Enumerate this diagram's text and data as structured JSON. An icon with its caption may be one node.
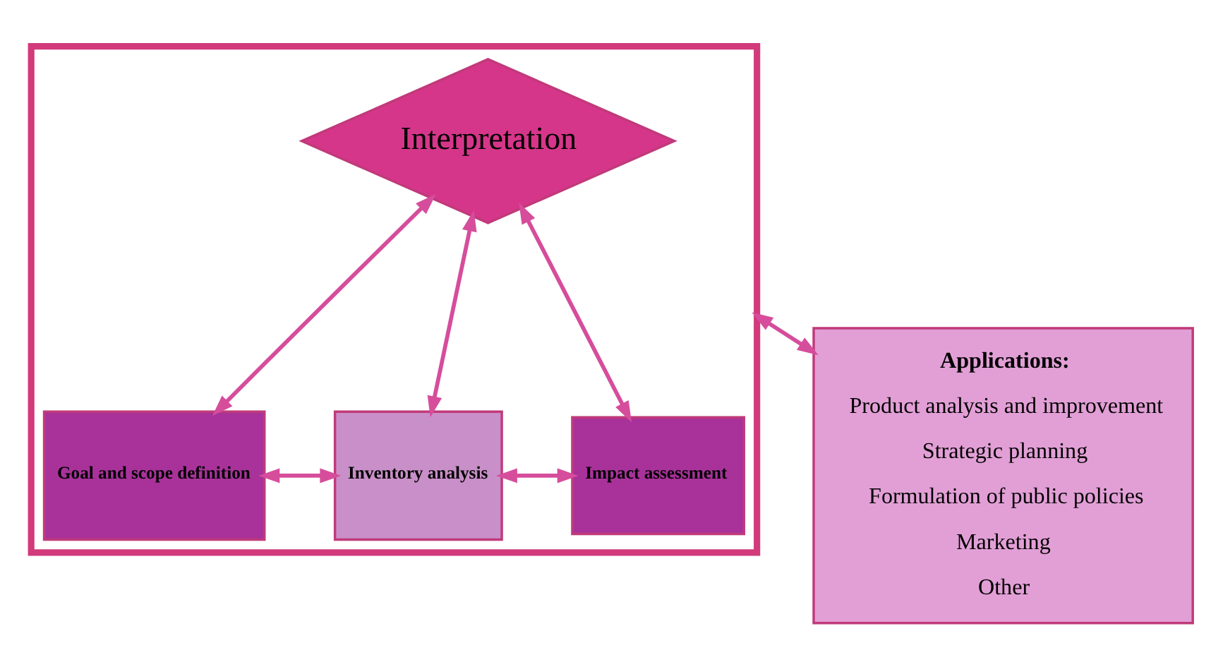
{
  "diagram": {
    "nodes": [
      {
        "text": [],
        "shape": "box"
      },
      {
        "text": [
          "Interpretation"
        ],
        "in": 0
      },
      {
        "text": [
          "Goal and scope definition"
        ],
        "in": 0
      },
      {
        "text": [
          "Inventory analysis"
        ],
        "in": 0
      },
      {
        "text": [
          "Impact assessment"
        ],
        "in": 0
      },
      {
        "text": [
          "Applications:",
          "Product analysis and improvement",
          "Strategic planning",
          "Formulation of public policies",
          "Marketing",
          "Other"
        ]
      }
    ],
    "edges": [
      {
        "from": 1,
        "to": 2,
        "arrow": "both"
      },
      {
        "from": 1,
        "to": 3,
        "arrow": "both"
      },
      {
        "from": 1,
        "to": 4,
        "arrow": "both"
      },
      {
        "from": 2,
        "to": 3,
        "arrow": "both"
      },
      {
        "from": 3,
        "to": 4,
        "arrow": "both"
      },
      {
        "from": 0,
        "to": 5,
        "arrow": "both"
      }
    ]
  }
}
